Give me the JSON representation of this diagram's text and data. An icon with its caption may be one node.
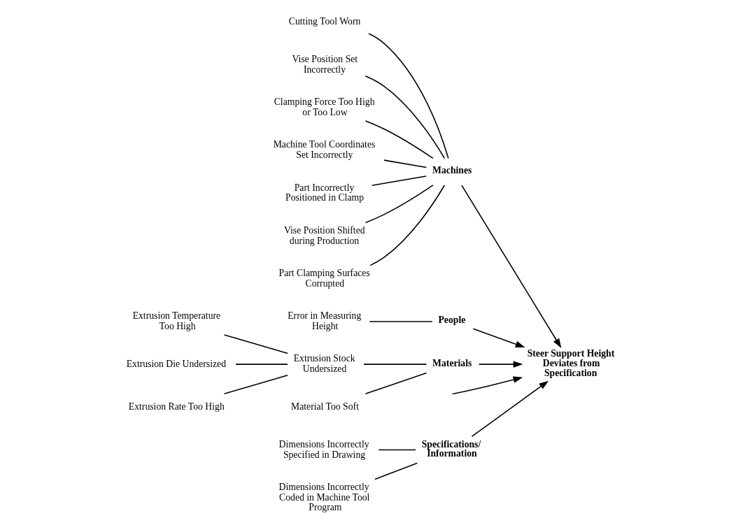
{
  "diagram": {
    "nodes": [
      {
        "text": [
          "Specifications/ Information"
        ]
      },
      {
        "text": [
          "Machines"
        ]
      },
      {
        "text": [
          "People"
        ]
      },
      {
        "text": [
          "Materials"
        ]
      },
      {
        "text": [
          "Steer Support Height Deviates from Specification"
        ]
      },
      {
        "text": [
          "Dimensions Incorrectly Specified in Drawing"
        ]
      },
      {
        "text": [
          "Dimensions Incorrectly Coded in Machine Tool Program"
        ]
      },
      {
        "text": [
          "Cutting Tool Worn"
        ]
      },
      {
        "text": [
          "Vise Position Set Incorrectly"
        ]
      },
      {
        "text": [
          "Clamping Force Too High or Too Low"
        ]
      },
      {
        "text": [
          "Machine Tool Coordinates Set Incorrectly"
        ]
      },
      {
        "text": [
          "Part Incorrectly Positioned in Clamp"
        ]
      },
      {
        "text": [
          "Vise Position Shifted during Production"
        ]
      },
      {
        "text": [
          "Part Clamping Surfaces Corrupted"
        ]
      },
      {
        "text": [
          "Error in Measuring Height"
        ]
      },
      {
        "text": [
          "Extrusion Temperature Too High"
        ]
      },
      {
        "text": [
          "Extrusion Stock Undersized"
        ]
      },
      {
        "text": [
          "Extrusion Die Undersized"
        ]
      },
      {
        "text": [
          "Extrusion Rate Too High"
        ]
      },
      {
        "text": [
          "Material Too Soft"
        ]
      }
    ],
    "edges": [
      {
        "from": null,
        "to": 4,
        "arrow": "to"
      },
      {
        "from": 0,
        "to": 4,
        "arrow": "to"
      },
      {
        "from": 1,
        "to": 4,
        "arrow": "to"
      },
      {
        "from": 2,
        "to": 4,
        "arrow": "to"
      },
      {
        "from": 3,
        "to": 4,
        "arrow": "to"
      },
      {
        "from": 5,
        "to": 0,
        "arrow": "none"
      },
      {
        "from": 6,
        "to": 0,
        "arrow": "none"
      },
      {
        "from": 7,
        "to": 1,
        "arrow": "none"
      },
      {
        "from": 8,
        "to": 1,
        "arrow": "none"
      },
      {
        "from": 9,
        "to": 1,
        "arrow": "none"
      },
      {
        "from": 10,
        "to": 1,
        "arrow": "none"
      },
      {
        "from": 11,
        "to": 1,
        "arrow": "none"
      },
      {
        "from": 12,
        "to": 1,
        "arrow": "none"
      },
      {
        "from": 13,
        "to": 1,
        "arrow": "none"
      },
      {
        "from": 14,
        "to": 2,
        "arrow": "none"
      },
      {
        "from": 15,
        "to": 16,
        "arrow": "none"
      },
      {
        "from": 17,
        "to": 16,
        "arrow": "none"
      },
      {
        "from": 18,
        "to": 16,
        "arrow": "none"
      },
      {
        "from": 16,
        "to": 3,
        "arrow": "none"
      },
      {
        "from": 19,
        "to": 3,
        "arrow": "none"
      }
    ]
  }
}
